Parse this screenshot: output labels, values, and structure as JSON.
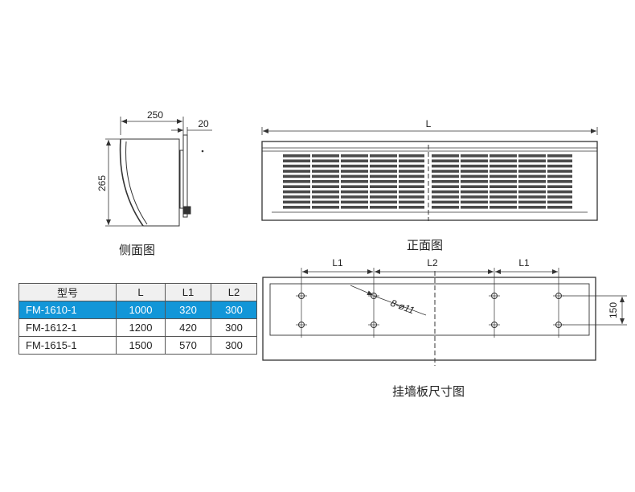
{
  "side_view": {
    "caption": "侧面图",
    "dim_width": "250",
    "dim_thickness": "20",
    "dim_height": "265"
  },
  "front_view": {
    "caption": "正面图",
    "dim_length": "L"
  },
  "wall_plate": {
    "caption": "挂墙板尺寸图",
    "dim_l1_left": "L1",
    "dim_l2": "L2",
    "dim_l1_right": "L1",
    "dim_hole_spacing": "150",
    "hole_note": "8-ø11"
  },
  "spec_table": {
    "headers": [
      "型号",
      "L",
      "L1",
      "L2"
    ],
    "rows": [
      {
        "model": "FM-1610-1",
        "L": "1000",
        "L1": "320",
        "L2": "300",
        "highlighted": true
      },
      {
        "model": "FM-1612-1",
        "L": "1200",
        "L1": "420",
        "L2": "300",
        "highlighted": false
      },
      {
        "model": "FM-1615-1",
        "L": "1500",
        "L1": "570",
        "L2": "300",
        "highlighted": false
      }
    ]
  }
}
